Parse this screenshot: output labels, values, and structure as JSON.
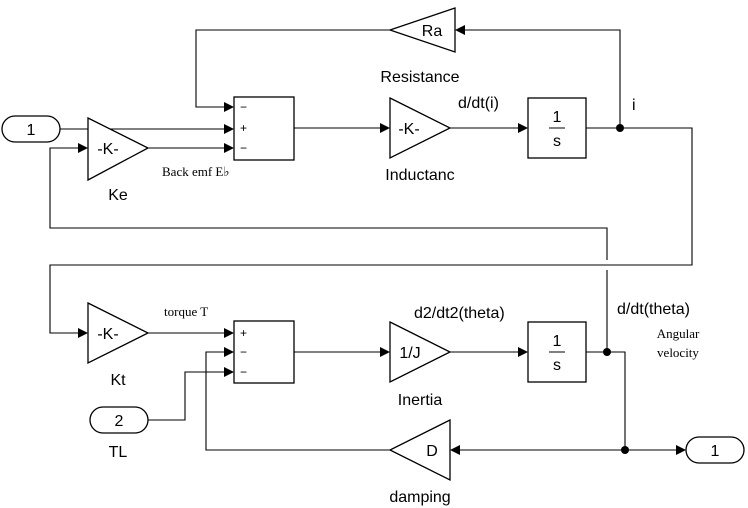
{
  "inports": [
    {
      "number": "1"
    },
    {
      "number": "2",
      "name": "TL"
    }
  ],
  "outports": [
    {
      "number": "1"
    }
  ],
  "blocks": {
    "ke": {
      "gain": "-K-",
      "name": "Ke"
    },
    "inductance": {
      "gain": "-K-",
      "name": "Inductanc"
    },
    "resistance": {
      "gain": "Ra",
      "name": "Resistance"
    },
    "integrator1": {
      "num": "1",
      "den": "s"
    },
    "kt": {
      "gain": "-K-",
      "name": "Kt"
    },
    "inertia": {
      "gain": "1/J",
      "name": "Inertia"
    },
    "integrator2": {
      "num": "1",
      "den": "s"
    },
    "damping": {
      "gain": "D",
      "name": "damping"
    },
    "sum1": {
      "signs": [
        "−",
        "+",
        "−"
      ]
    },
    "sum2": {
      "signs": [
        "+",
        "−",
        "−"
      ]
    }
  },
  "signals": {
    "back_emf": "Back emf E♭",
    "di_dt": "d/dt(i)",
    "current": "i",
    "torque": "torque T",
    "d2theta": "d2/dt2(theta)",
    "dtheta": "d/dt(theta)",
    "angular_velocity_1": "Angular",
    "angular_velocity_2": "velocity"
  }
}
